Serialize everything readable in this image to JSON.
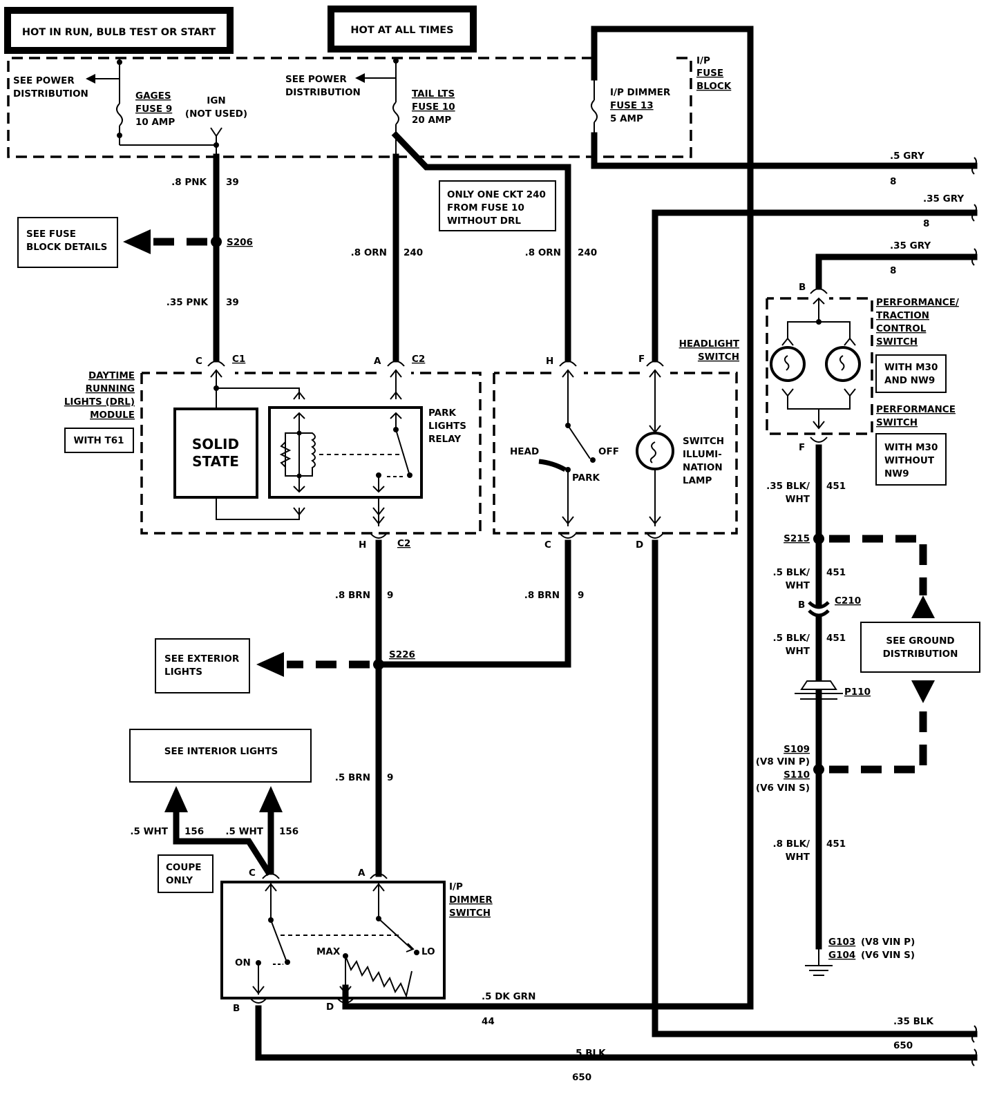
{
  "hot_run": "HOT IN RUN, BULB TEST OR START",
  "hot_always": "HOT AT ALL TIMES",
  "fuse_block": {
    "ip": "I/P",
    "fuse": "FUSE",
    "block": "BLOCK"
  },
  "see_power_1a": "SEE POWER",
  "see_power_1b": "DISTRIBUTION",
  "see_power_2a": "SEE POWER",
  "see_power_2b": "DISTRIBUTION",
  "fuse9": {
    "a": "GAGES",
    "b": "FUSE 9",
    "c": "10 AMP"
  },
  "ign": {
    "a": "IGN",
    "b": "(NOT USED)"
  },
  "fuse10": {
    "a": "TAIL LTS",
    "b": "FUSE 10",
    "c": "20 AMP"
  },
  "fuse13": {
    "a": "I/P DIMMER",
    "b": "FUSE 13",
    "c": "5 AMP"
  },
  "gry1": ".5 GRY",
  "gry1_ckt": "8",
  "gry2": ".35 GRY",
  "gry2_ckt": "8",
  "gry3": ".35 GRY",
  "gry3_ckt": "8",
  "pnk8": ".8 PNK",
  "pnk8_ckt": "39",
  "pnk35": ".35 PNK",
  "pnk35_ckt": "39",
  "s206": "S206",
  "see_fuse": {
    "a": "SEE FUSE",
    "b": "BLOCK DETAILS"
  },
  "note_240": {
    "a": "ONLY ONE CKT 240",
    "b": "FROM FUSE 10",
    "c": "WITHOUT DRL"
  },
  "orn1": ".8 ORN",
  "orn1_ckt": "240",
  "orn2": ".8 ORN",
  "orn2_ckt": "240",
  "drl": {
    "a": "DAYTIME",
    "b": "RUNNING",
    "c": "LIGHTS (DRL)",
    "d": "MODULE"
  },
  "with_t61": "WITH T61",
  "solid": {
    "a": "SOLID",
    "b": "STATE"
  },
  "park_relay": {
    "a": "PARK",
    "b": "LIGHTS",
    "c": "RELAY"
  },
  "pin_c": "C",
  "c1": "C1",
  "pin_a": "A",
  "c2a": "C2",
  "pin_h": "H",
  "pin_f": "F",
  "pin_h2": "H",
  "c2b": "C2",
  "pin_c2": "C",
  "pin_d": "D",
  "headlight_sw": {
    "a": "HEADLIGHT",
    "b": "SWITCH"
  },
  "head": "HEAD",
  "off": "OFF",
  "park": "PARK",
  "illum": {
    "a": "SWITCH",
    "b": "ILLUMI-",
    "c": "NATION",
    "d": "LAMP"
  },
  "perf_trac": {
    "a": "PERFORMANCE/",
    "b": "TRACTION",
    "c": "CONTROL",
    "d": "SWITCH"
  },
  "with_m30_nw9": {
    "a": "WITH M30",
    "b": "AND NW9"
  },
  "perf_sw": {
    "a": "PERFORMANCE",
    "b": "SWITCH"
  },
  "with_m30_wo": {
    "a": "WITH M30",
    "b": "WITHOUT",
    "c": "NW9"
  },
  "pin_b_perf": "B",
  "pin_f_perf": "F",
  "blkwht1": {
    "a": ".35 BLK/",
    "b": "WHT",
    "ckt": "451"
  },
  "s215": "S215",
  "blkwht2": {
    "a": ".5 BLK/",
    "b": "WHT",
    "ckt": "451"
  },
  "pin_b_c210": "B",
  "c210": "C210",
  "blkwht3": {
    "a": ".5 BLK/",
    "b": "WHT",
    "ckt": "451"
  },
  "p110": "P110",
  "see_ground": {
    "a": "SEE GROUND",
    "b": "DISTRIBUTION"
  },
  "s109": "S109",
  "s109_note": "(V8 VIN P)",
  "s110": "S110",
  "s110_note": "(V6 VIN S)",
  "blkwht4": {
    "a": ".8 BLK/",
    "b": "WHT",
    "ckt": "451"
  },
  "g103": "G103",
  "g103_note": "(V8 VIN P)",
  "g104": "G104",
  "g104_note": "(V6 VIN S)",
  "brn1": ".8 BRN",
  "brn1_ckt": "9",
  "brn2": ".8 BRN",
  "brn2_ckt": "9",
  "s226": "S226",
  "see_ext": {
    "a": "SEE EXTERIOR",
    "b": "LIGHTS"
  },
  "see_int": "SEE INTERIOR LIGHTS",
  "brn3": ".5 BRN",
  "brn3_ckt": "9",
  "wht1": ".5 WHT",
  "wht1_ckt": "156",
  "wht2": ".5 WHT",
  "wht2_ckt": "156",
  "coupe": {
    "a": "COUPE",
    "b": "ONLY"
  },
  "dimmer": {
    "a": "I/P",
    "b": "DIMMER",
    "c": "SWITCH"
  },
  "pin_c_dim": "C",
  "pin_a_dim": "A",
  "pin_b_dim": "B",
  "pin_d_dim": "D",
  "on": "ON",
  "max": "MAX",
  "lo": "LO",
  "dkgrn": ".5 DK GRN",
  "dkgrn_ckt": "44",
  "blk35": ".35 BLK",
  "blk35_ckt": "650",
  "blk5": ".5 BLK",
  "blk5_ckt": "650"
}
